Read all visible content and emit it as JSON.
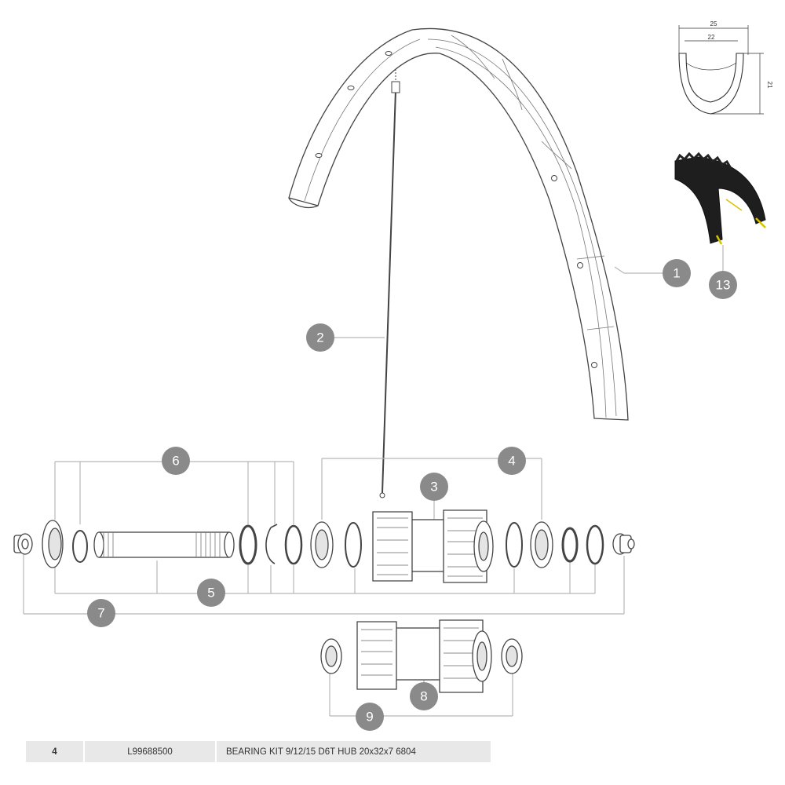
{
  "callouts": [
    "1",
    "2",
    "3",
    "4",
    "5",
    "6",
    "7",
    "8",
    "9",
    "13"
  ],
  "rim_profile": {
    "outer_width": "25",
    "inner_width": "22",
    "height": "21"
  },
  "parts_table": {
    "item": "4",
    "reference": "L99688500",
    "description": "BEARING KIT 9/12/15 D6T HUB 20x32x7 6804"
  }
}
